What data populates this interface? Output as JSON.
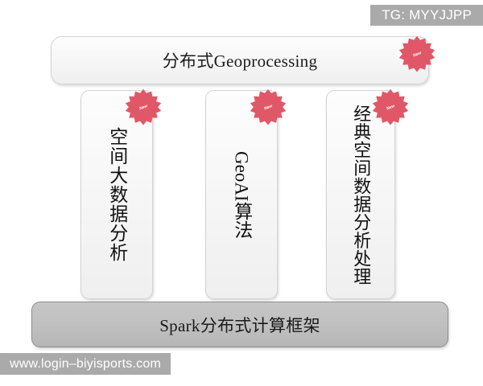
{
  "diagram": {
    "title_box": {
      "label": "分布式Geoprocessing",
      "badge": "New"
    },
    "columns": [
      {
        "label": "空间大数据分析",
        "badge": "New"
      },
      {
        "label": "GeoAI算法",
        "badge": "New"
      },
      {
        "label": "经典空间数据分析处理",
        "badge": "New"
      }
    ],
    "base_box": {
      "label": "Spark分布式计算框架"
    },
    "colors": {
      "badge_red": "#e05868",
      "base_gray": "#c0c0c0",
      "panel_white": "#f7f7f7",
      "watermark_gray": "#aaaaaa",
      "background": "#ffffff"
    }
  },
  "watermarks": {
    "top_right": "TG: MYYJJPP",
    "bottom_left": "www.login–biyisports.com"
  }
}
